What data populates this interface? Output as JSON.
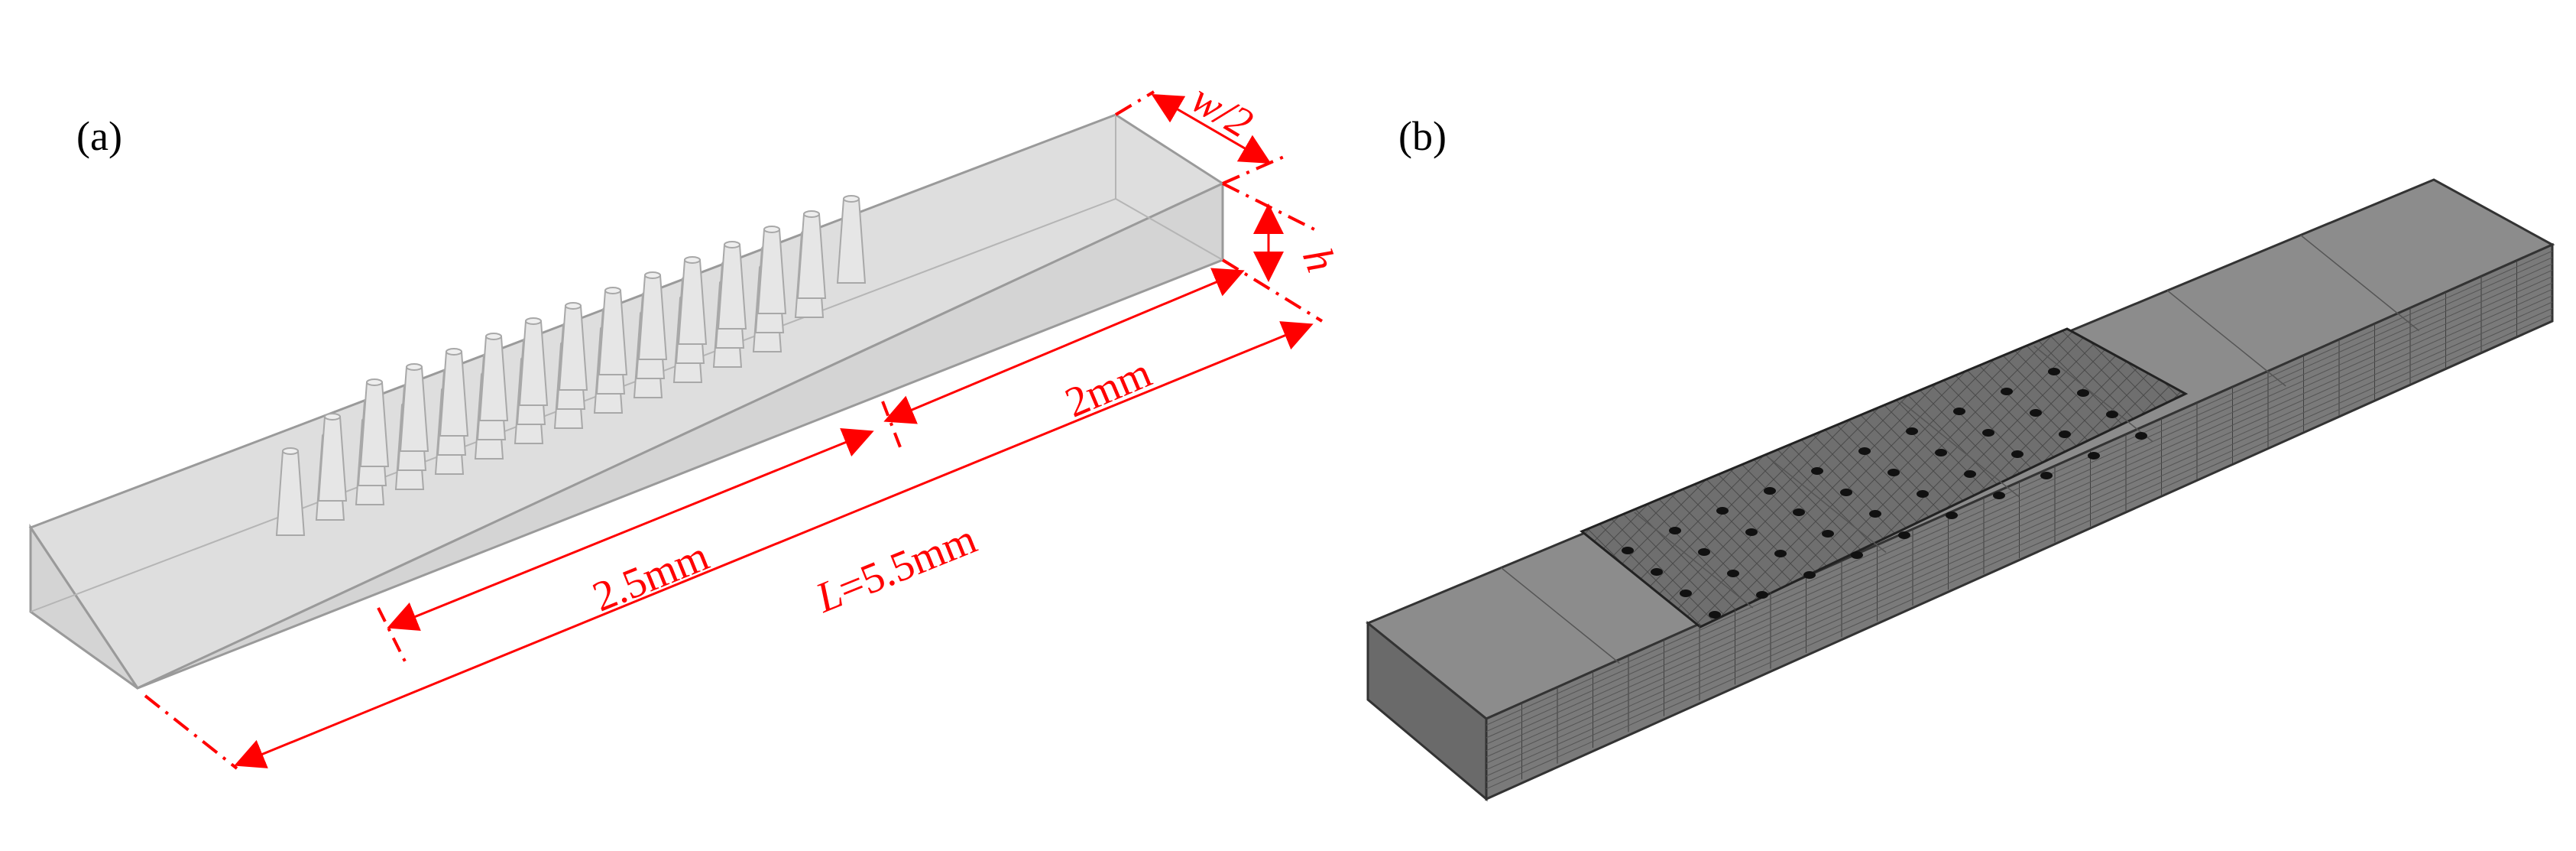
{
  "panel_a": {
    "label": "(a)",
    "dimensions": {
      "half_width": "w/2",
      "height": "h",
      "outlet_length": "2mm",
      "array_length": "2.5mm",
      "total_length_symbol": "L",
      "total_length_value": "=5.5mm"
    }
  },
  "panel_b": {
    "label": "(b)"
  },
  "colors": {
    "dimension": "#ff0000",
    "geometry_fill": "#d9d9d9",
    "mesh_fill": "#7f7f7f"
  }
}
